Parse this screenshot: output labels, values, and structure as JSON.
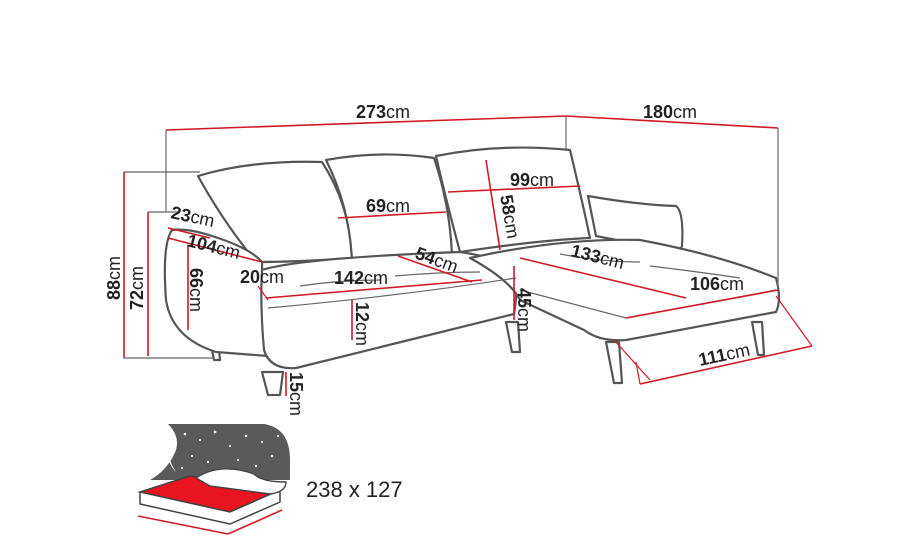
{
  "colors": {
    "line": "#d21a25",
    "outline": "#555555",
    "bed_fill": "#e8141f",
    "night": "#5a5a5a"
  },
  "dimensions": {
    "overall_width": {
      "value": "273",
      "unit": "cm"
    },
    "chaise_depth": {
      "value": "180",
      "unit": "cm"
    },
    "total_height": {
      "value": "88",
      "unit": "cm"
    },
    "back_height": {
      "value": "72",
      "unit": "cm"
    },
    "arm_height": {
      "value": "66",
      "unit": "cm"
    },
    "arm_width": {
      "value": "23",
      "unit": "cm"
    },
    "seat_depth_side": {
      "value": "104",
      "unit": "cm"
    },
    "arm_depth": {
      "value": "20",
      "unit": "cm"
    },
    "seat_width": {
      "value": "142",
      "unit": "cm"
    },
    "seat_depth": {
      "value": "54",
      "unit": "cm"
    },
    "cushion_width": {
      "value": "69",
      "unit": "cm"
    },
    "chaise_cushion_width": {
      "value": "99",
      "unit": "cm"
    },
    "chaise_cushion_height": {
      "value": "58",
      "unit": "cm"
    },
    "chaise_length": {
      "value": "133",
      "unit": "cm"
    },
    "chaise_width": {
      "value": "106",
      "unit": "cm"
    },
    "chaise_base": {
      "value": "111",
      "unit": "cm"
    },
    "seat_height": {
      "value": "45",
      "unit": "cm"
    },
    "seat_thickness": {
      "value": "12",
      "unit": "cm"
    },
    "leg_height": {
      "value": "15",
      "unit": "cm"
    }
  },
  "bed": {
    "size_label": "238 x 127",
    "icon": "sleeping-bed-icon"
  }
}
